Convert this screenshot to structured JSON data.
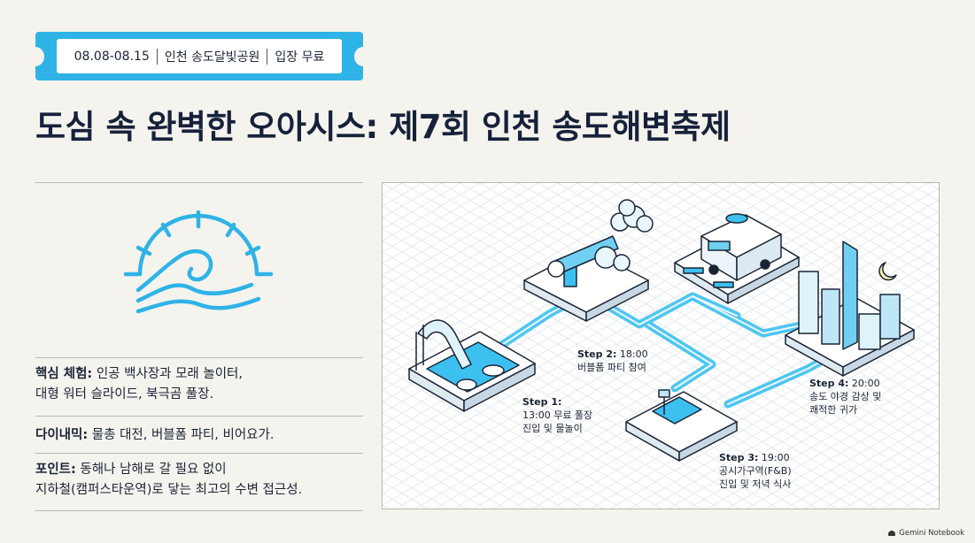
{
  "ticket": {
    "dates": "08.08-08.15",
    "venue": "인천 송도달빛공원",
    "admission": "입장 무료"
  },
  "title": "도심 속 완벽한 오아시스: 제7회 인천 송도해변축제",
  "icon": "sun-wave-icon",
  "sections": [
    {
      "label": "핵심 체험:",
      "line1": " 인공 백사장과 모래 놀이터,",
      "line2": "대형 워터 슬라이드, 북극곰 풀장."
    },
    {
      "label": "다이내믹:",
      "line1": " 물총 대전, 버블폼 파티, 비어요가."
    },
    {
      "label": "포인트:",
      "line1": " 동해나 남해로 갈 필요 없이",
      "line2": "지하철(캠퍼스타운역)로 닿는 최고의 수변 접근성."
    }
  ],
  "steps": [
    {
      "label": "Step 1:",
      "line1": "13:00 무료 풀장",
      "line2": "진입 및 물놀이"
    },
    {
      "label": "Step 2:",
      "time": " 18:00",
      "line1": "버블폼 파티 참여"
    },
    {
      "label": "Step 3:",
      "time": " 19:00",
      "line1": "공시가구역(F&B)",
      "line2": "진입 및 저녁 식사"
    },
    {
      "label": "Step 4:",
      "time": " 20:00",
      "line1": "송도 야경 감상 및",
      "line2": "쾌적한 귀가"
    }
  ],
  "brand": "Gemini Notebook",
  "colors": {
    "accent": "#2fb3e6",
    "path": "#3cc0f0",
    "text": "#16213a",
    "background": "#f4f3ee"
  }
}
